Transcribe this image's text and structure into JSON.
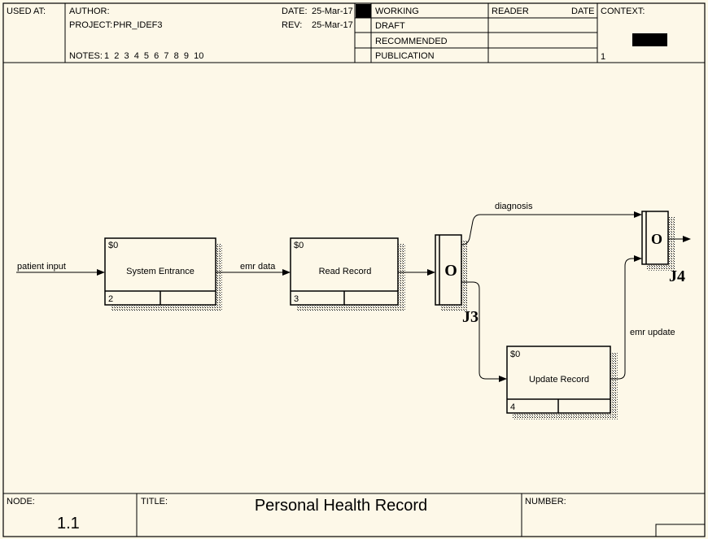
{
  "header": {
    "used_at_label": "USED AT:",
    "author_label": "AUTHOR:",
    "project_label": "PROJECT:",
    "project_value": "PHR_IDEF3",
    "notes_label": "NOTES:",
    "notes_numbers": "1  2  3  4  5  6  7  8  9  10",
    "date_label": "DATE:",
    "date_value": "25-Mar-17",
    "rev_label": "REV:",
    "rev_value": "25-Mar-17",
    "status": [
      "WORKING",
      "DRAFT",
      "RECOMMENDED",
      "PUBLICATION"
    ],
    "status_selected": "WORKING",
    "reader_label": "READER",
    "reader_date_label": "DATE",
    "context_label": "CONTEXT:",
    "context_value": "1"
  },
  "diagram": {
    "boxes": [
      {
        "cost": "$0",
        "label": "System Entrance",
        "number": "2"
      },
      {
        "cost": "$0",
        "label": "Read Record",
        "number": "3"
      },
      {
        "cost": "$0",
        "label": "Update Record",
        "number": "4"
      }
    ],
    "junctions": [
      {
        "type": "O",
        "label": "J3"
      },
      {
        "type": "O",
        "label": "J4"
      }
    ],
    "arrows": {
      "patient_input": "patient input",
      "emr_data": "emr data",
      "diagnosis": "diagnosis",
      "emr_update": "emr update"
    }
  },
  "footer": {
    "node_label": "NODE:",
    "node_value": "1.1",
    "title_label": "TITLE:",
    "title_value": "Personal Health Record",
    "number_label": "NUMBER:"
  }
}
